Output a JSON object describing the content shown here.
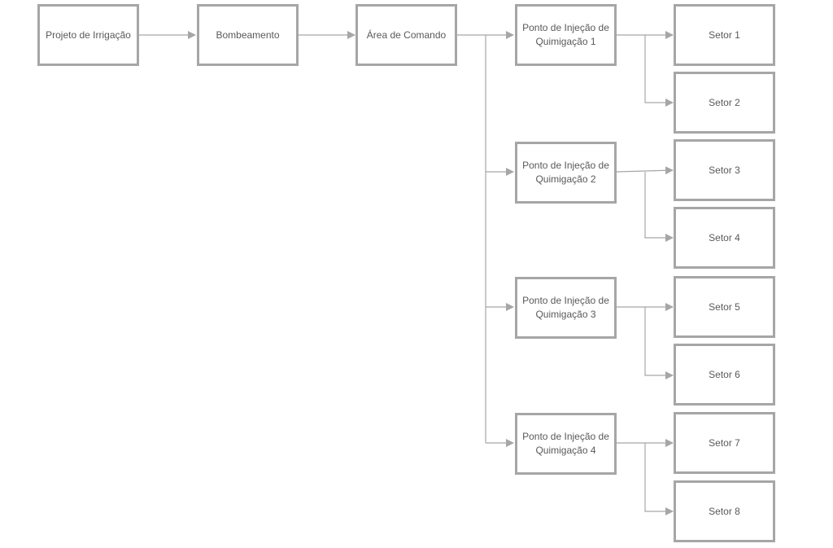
{
  "diagram": {
    "colors": {
      "box_border": "#a6a6a6",
      "text": "#595959",
      "connector": "#a6a6a6",
      "background": "#ffffff"
    },
    "nodes": {
      "projeto": "Projeto de Irrigação",
      "bombeamento": "Bombeamento",
      "area": "Área de Comando",
      "pi1": "Ponto de Injeção de Quimigação 1",
      "pi2": "Ponto de Injeção de Quimigação 2",
      "pi3": "Ponto de Injeção de Quimigação 3",
      "pi4": "Ponto de Injeção de Quimigação 4",
      "setor1": "Setor 1",
      "setor2": "Setor 2",
      "setor3": "Setor 3",
      "setor4": "Setor 4",
      "setor5": "Setor 5",
      "setor6": "Setor 6",
      "setor7": "Setor 7",
      "setor8": "Setor 8"
    },
    "edges": [
      [
        "projeto",
        "bombeamento"
      ],
      [
        "bombeamento",
        "area"
      ],
      [
        "area",
        "pi1"
      ],
      [
        "area",
        "pi2"
      ],
      [
        "area",
        "pi3"
      ],
      [
        "area",
        "pi4"
      ],
      [
        "pi1",
        "setor1"
      ],
      [
        "pi1",
        "setor2"
      ],
      [
        "pi2",
        "setor3"
      ],
      [
        "pi2",
        "setor4"
      ],
      [
        "pi3",
        "setor5"
      ],
      [
        "pi3",
        "setor6"
      ],
      [
        "pi4",
        "setor7"
      ],
      [
        "pi4",
        "setor8"
      ]
    ]
  }
}
